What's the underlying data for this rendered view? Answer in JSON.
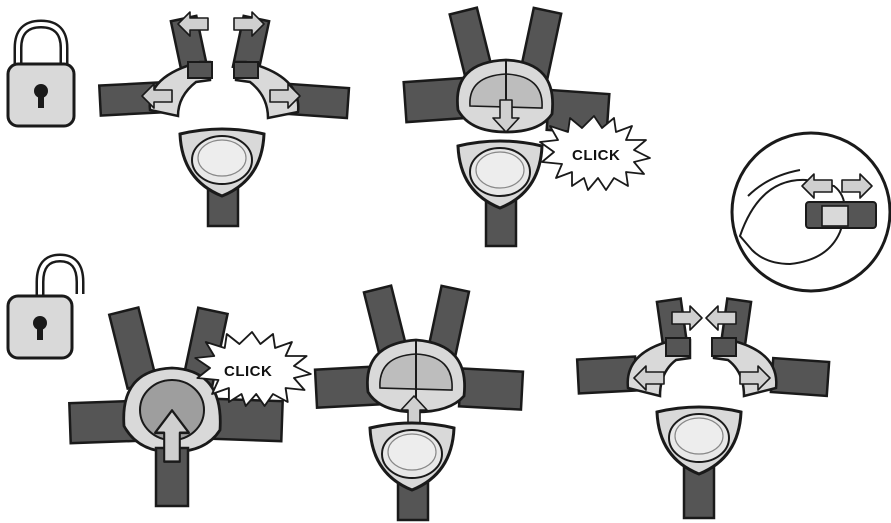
{
  "colors": {
    "strap": "#555555",
    "outline": "#1a1a1a",
    "buckle_light": "#d9d9d9",
    "buckle_mid": "#bdbdbd",
    "arrow": "#cfcfcf",
    "background": "#ffffff"
  },
  "icons": [
    "padlock-locked-icon",
    "padlock-unlocked-icon",
    "zoom-detail-circle"
  ],
  "labels": {
    "click_top": "CLICK",
    "click_bottom": "CLICK"
  }
}
